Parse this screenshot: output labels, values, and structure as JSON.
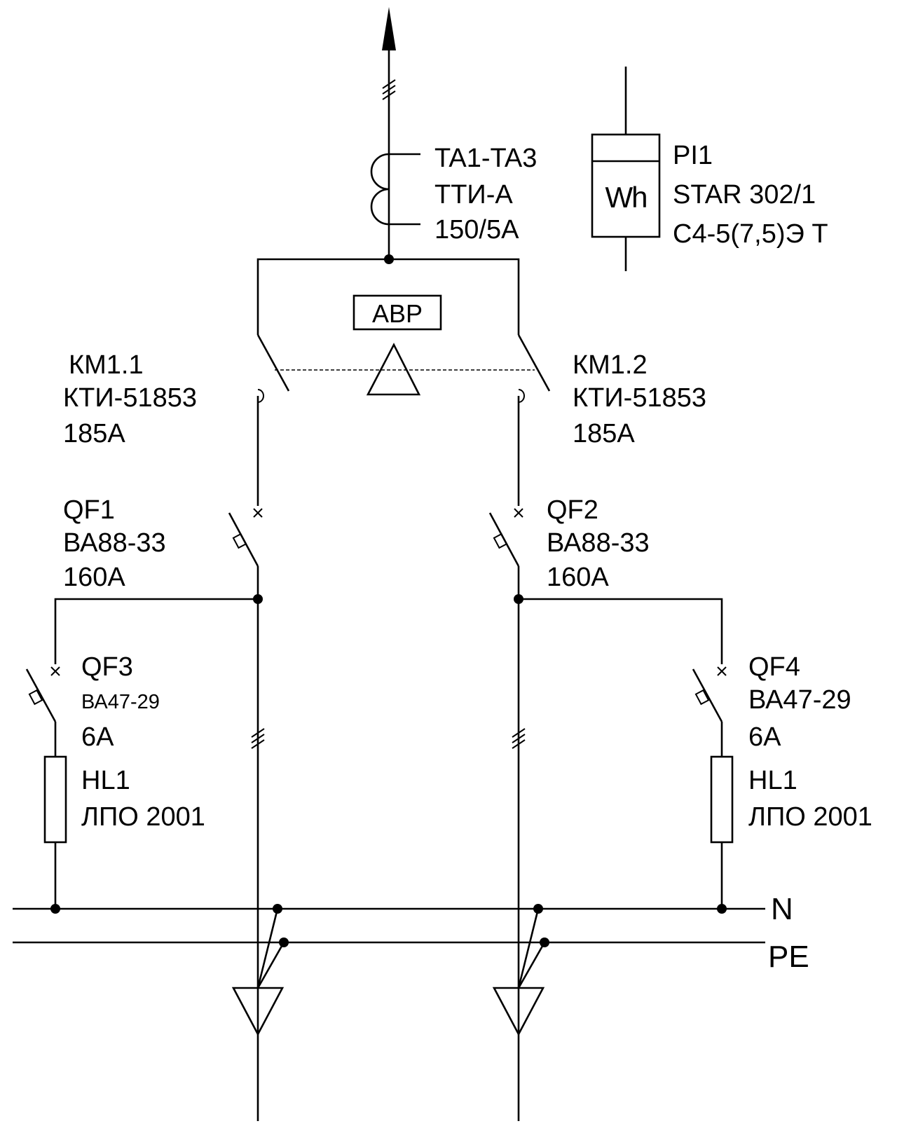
{
  "transformer": {
    "ref": "TA1-TA3",
    "model": "ТТИ-А",
    "rating": "150/5А"
  },
  "meter": {
    "ref": "PI1",
    "symbol": "Wh",
    "model": "STAR 302/1",
    "rating": "С4-5(7,5)Э Т"
  },
  "ats": {
    "label": "АВР"
  },
  "km1": {
    "ref": "КМ1.1",
    "model": "КТИ-51853",
    "rating": "185А"
  },
  "km2": {
    "ref": "КМ1.2",
    "model": "КТИ-51853",
    "rating": "185А"
  },
  "qf1": {
    "ref": "QF1",
    "model": "ВА88-33",
    "rating": "160А"
  },
  "qf2": {
    "ref": "QF2",
    "model": "ВА88-33",
    "rating": "160А"
  },
  "qf3": {
    "ref": "QF3",
    "model": "ВА47-29",
    "rating": "6А"
  },
  "qf4": {
    "ref": "QF4",
    "model": "ВА47-29",
    "rating": "6А"
  },
  "hl_left": {
    "ref": "HL1",
    "model": "ЛПО 2001"
  },
  "hl_right": {
    "ref": "HL1",
    "model": "ЛПО 2001"
  },
  "buses": {
    "neutral": "N",
    "protective": "PE"
  }
}
